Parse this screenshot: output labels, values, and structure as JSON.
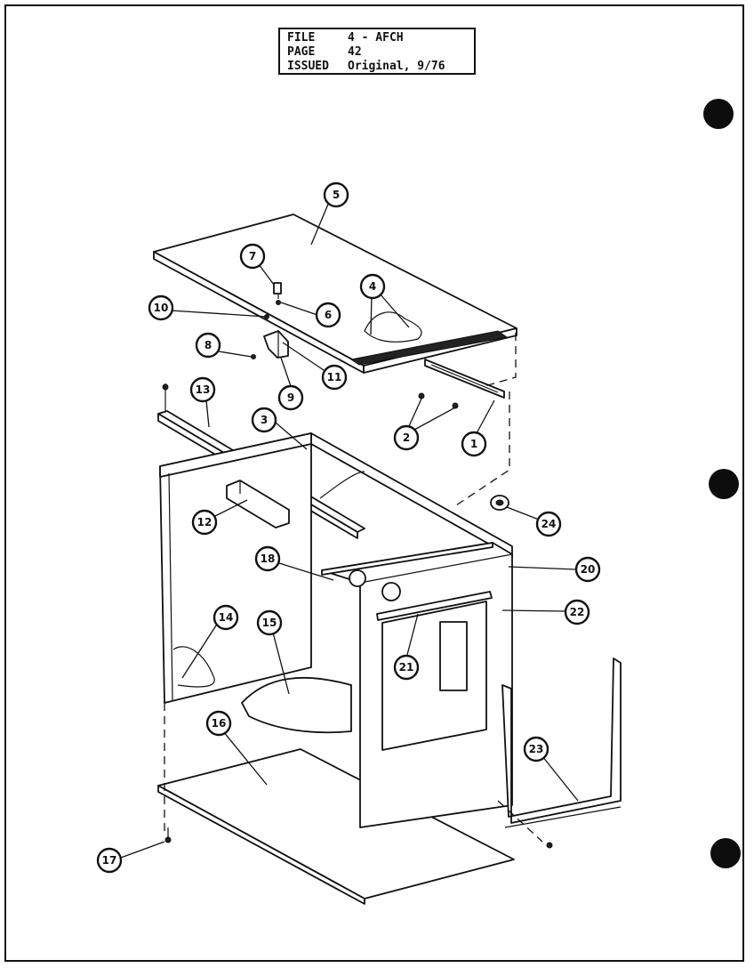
{
  "header": {
    "rows": [
      {
        "key": "FILE",
        "value": "4 - AFCH"
      },
      {
        "key": "PAGE",
        "value": "42"
      },
      {
        "key": "ISSUED",
        "value": "Original, 9/76"
      }
    ]
  },
  "callouts": [
    {
      "label": "5"
    },
    {
      "label": "7"
    },
    {
      "label": "4"
    },
    {
      "label": "10"
    },
    {
      "label": "6"
    },
    {
      "label": "8"
    },
    {
      "label": "11"
    },
    {
      "label": "9"
    },
    {
      "label": "13"
    },
    {
      "label": "3"
    },
    {
      "label": "2"
    },
    {
      "label": "1"
    },
    {
      "label": "24"
    },
    {
      "label": "12"
    },
    {
      "label": "18"
    },
    {
      "label": "20"
    },
    {
      "label": "22"
    },
    {
      "label": "14"
    },
    {
      "label": "15"
    },
    {
      "label": "21"
    },
    {
      "label": "16"
    },
    {
      "label": "23"
    },
    {
      "label": "17"
    }
  ]
}
